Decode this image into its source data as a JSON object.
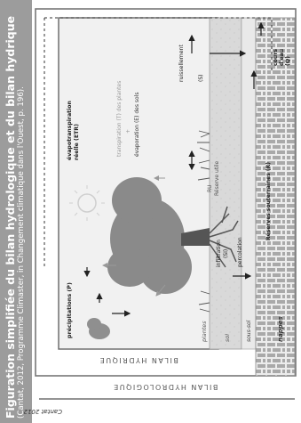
{
  "title": "Figuration simplifiée du bilan hydrologique et du bilan hydrique",
  "subtitle": "(Cantat, 2012, Programme Climaster, in Changement climatique dans l'Ouest, p. 196).",
  "copyright": "Cantat 2012",
  "labels": {
    "bilan_hydrique": "BILAN HYDRIQUE",
    "bilan_hydrologique": "BILAN HYDROLOGIQUE",
    "precipitations": "précipitations (P)",
    "evapotranspiration": "évapotranspiration réelle (ETR)",
    "transpiration": "transpiration (T) des plantes",
    "plus": "+",
    "evaporation": "évaporation (E) des sols",
    "ruissellement_1": "ruissellement",
    "ruissellement_2": "(S)",
    "cours_eau_1": "cours",
    "cours_eau_2": "d'eau",
    "cours_eau_3": "(Q)",
    "ru": "RU",
    "reserve_utile": "Réserve utile",
    "infiltration_1": "infiltration",
    "infiltration_2": "(SI)",
    "percolation": "percolation",
    "reserves_souterraines": "Réserves souterraines (R)",
    "plantes": "plantes",
    "sol": "sol",
    "sous_sol": "sous-sol",
    "nappes": "nappes"
  },
  "colors": {
    "band": "#9c9c9c",
    "soil": "#d7d7d7",
    "subsoil": "#eeeeee",
    "bricks": "#a9a9a9",
    "tree": "#8a8a8a",
    "arrow": "#222222",
    "sun": "#cfcfcf"
  }
}
